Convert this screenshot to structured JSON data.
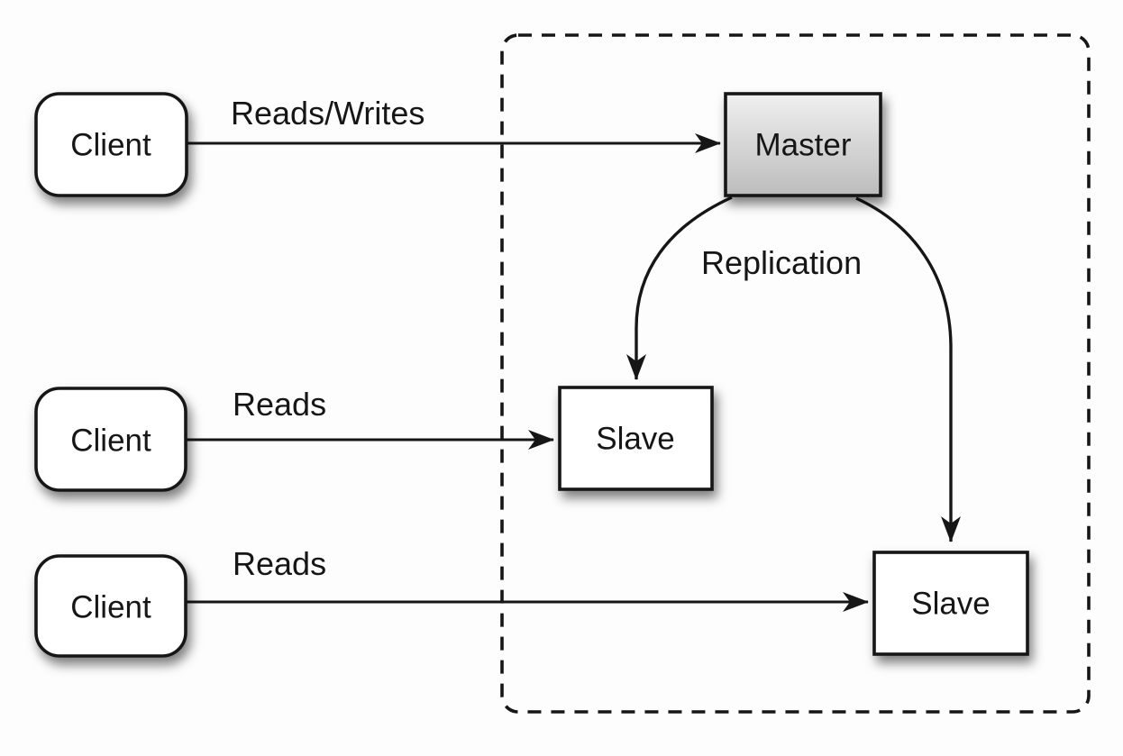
{
  "diagram": {
    "kind": "master-slave replication diagram",
    "nodes": {
      "client1": {
        "label": "Client"
      },
      "client2": {
        "label": "Client"
      },
      "client3": {
        "label": "Client"
      },
      "master": {
        "label": "Master"
      },
      "slave1": {
        "label": "Slave"
      },
      "slave2": {
        "label": "Slave"
      }
    },
    "edges": {
      "client1_master": {
        "label": "Reads/Writes"
      },
      "client2_slave1": {
        "label": "Reads"
      },
      "client3_slave2": {
        "label": "Reads"
      },
      "master_slaves": {
        "label": "Replication"
      }
    },
    "colors": {
      "line": "#161616",
      "box_border": "#161616",
      "box_fill": "#ffffff",
      "master_gradient_top": "#f0f0f0",
      "master_gradient_bottom": "#bcbcbc",
      "background": "#fdfdfd"
    }
  }
}
